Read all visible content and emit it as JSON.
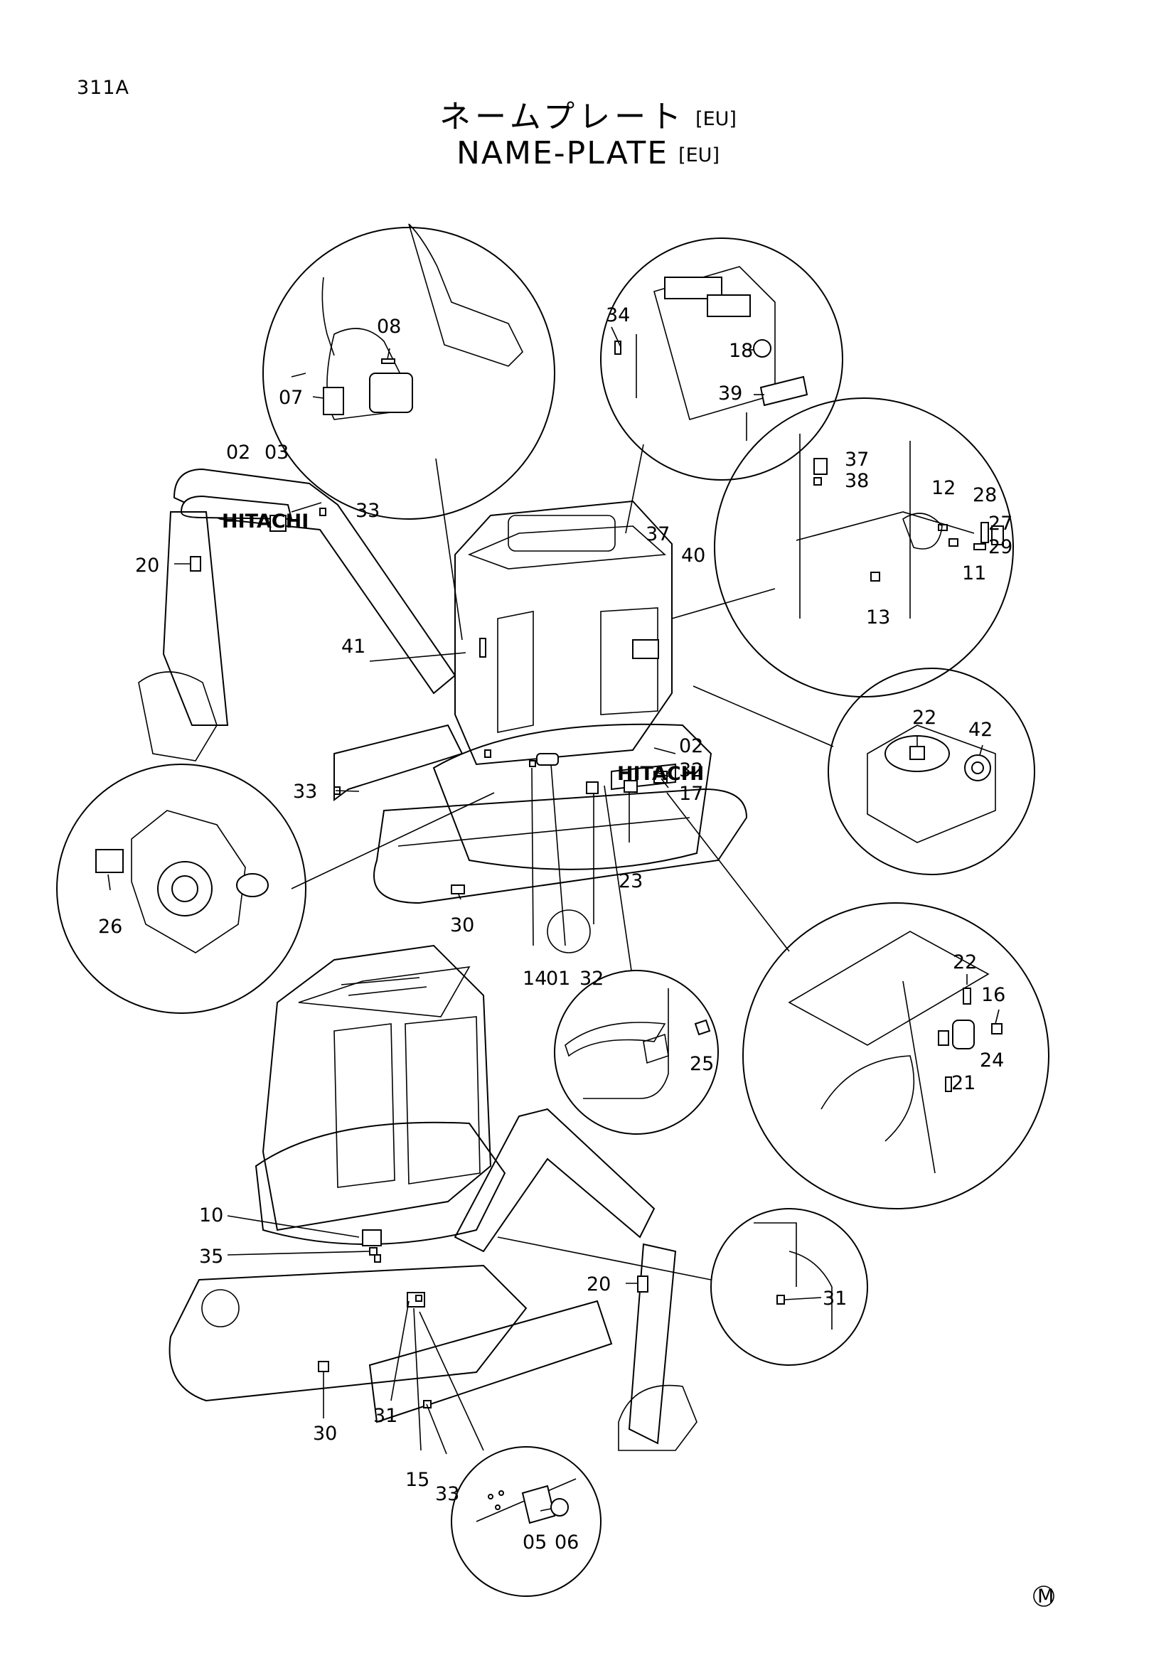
{
  "header": {
    "page_code": "311A",
    "title_jp": "ネームプレート",
    "title_en": "NAME-PLATE",
    "region_tag": "[EU]"
  },
  "callouts": {
    "c01": "01",
    "c02a": "02",
    "c02b": "02",
    "c03": "03",
    "c05": "05",
    "c06": "06",
    "c07": "07",
    "c08": "08",
    "c10": "10",
    "c11": "11",
    "c12": "12",
    "c13": "13",
    "c14": "14",
    "c15": "15",
    "c16": "16",
    "c17": "17",
    "c18": "18",
    "c20a": "20",
    "c20b": "20",
    "c21": "21",
    "c22a": "22",
    "c22b": "22",
    "c23": "23",
    "c24": "24",
    "c25": "25",
    "c26": "26",
    "c27": "27",
    "c28": "28",
    "c29": "29",
    "c30a": "30",
    "c30b": "30",
    "c31a": "31",
    "c31b": "31",
    "c32a": "32",
    "c32b": "32",
    "c33a": "33",
    "c33b": "33",
    "c33c": "33",
    "c34": "34",
    "c35": "35",
    "c37a": "37",
    "c37b": "37",
    "c38": "38",
    "c39": "39",
    "c40": "40",
    "c41": "41",
    "c42": "42"
  },
  "plates": {
    "boom_brand": "HITACHI",
    "body_brand": "HITACHI"
  },
  "footer": {
    "mark": "M"
  }
}
